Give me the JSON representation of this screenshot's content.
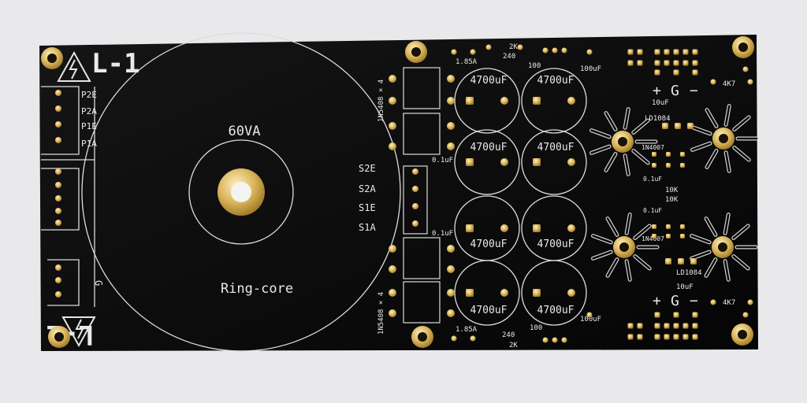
{
  "board": {
    "title": "L-1",
    "title_mirrored": "L-1",
    "transformer_rating": "60VA",
    "transformer_type": "Ring-core"
  },
  "primary_labels": [
    "P2E",
    "P2A",
    "P1E",
    "P1A"
  ],
  "ground_label": "G",
  "secondary_labels": [
    "S2E",
    "S2A",
    "S1E",
    "S1A"
  ],
  "diode_note": "1N5408 × 4",
  "capacitors": {
    "bulk": "4700uF",
    "small": "0.1uF",
    "output": "100uF",
    "reg_out": "10uF"
  },
  "fuse": "1.85A",
  "resistors": {
    "r1": "2K",
    "r2": "240",
    "r3": "100",
    "bleed": "4K7",
    "feedback": "10K"
  },
  "regulator": "LD1084",
  "small_diode": "1N4007",
  "output_polarity": {
    "plus": "+",
    "ground": "G",
    "minus": "−"
  },
  "colors": {
    "background": "#e9e9eb",
    "board": "#0b0b0c",
    "silkscreen": "#e9e9e9",
    "gold": "#d9b45a"
  }
}
